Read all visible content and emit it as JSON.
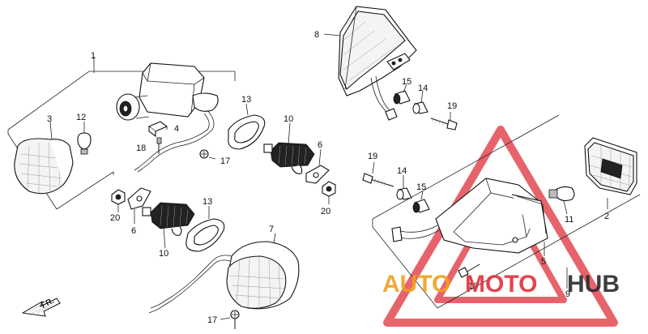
{
  "callouts": {
    "c1": "1",
    "c2": "2",
    "c3": "3",
    "c4": "4",
    "c5": "5",
    "c6a": "6",
    "c6b": "6",
    "c7": "7",
    "c8": "8",
    "c9": "9",
    "c10a": "10",
    "c10b": "10",
    "c11": "11",
    "c12": "12",
    "c13a": "13",
    "c13b": "13",
    "c14a": "14",
    "c14b": "14",
    "c15a": "15",
    "c15b": "15",
    "c16": "16",
    "c17a": "17",
    "c17b": "17",
    "c18": "18",
    "c19a": "19",
    "c19b": "19",
    "c20a": "20",
    "c20b": "20"
  },
  "direction_marker": "FR.",
  "watermark": {
    "part1": "AUTO",
    "part2": "MOTO",
    "part3": "HUB",
    "color_orange": "#f0a020",
    "color_red": "#e0303a",
    "color_dark": "#2a2a2a"
  }
}
